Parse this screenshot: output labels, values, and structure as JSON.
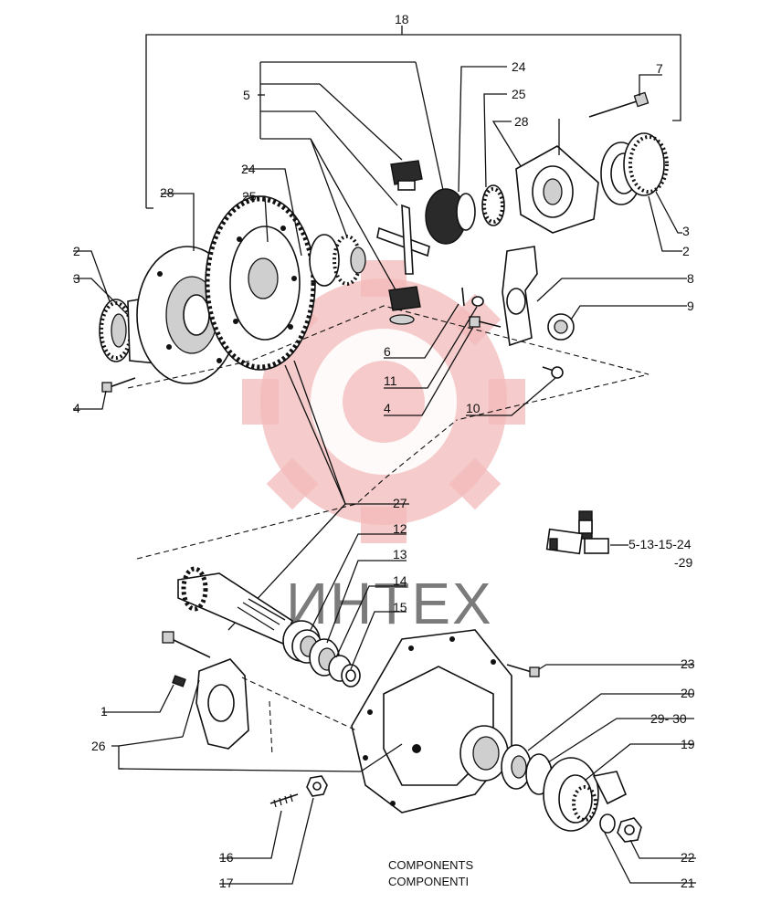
{
  "diagram": {
    "callouts": {
      "c18": "18",
      "c5": "5",
      "c24_top": "24",
      "c25_top": "25",
      "c28_right": "28",
      "c7": "7",
      "c24_left": "24",
      "c25_left": "25",
      "c28_left": "28",
      "c2_left": "2",
      "c3_left": "3",
      "c3_right": "3",
      "c2_right": "2",
      "c8": "8",
      "c9": "9",
      "c6": "6",
      "c11": "11",
      "c4_left": "4",
      "c4_mid": "4",
      "c10": "10",
      "c27": "27",
      "c12": "12",
      "c13": "13",
      "c14": "14",
      "c15": "15",
      "c23": "23",
      "c20": "20",
      "c29_30": "29- 30",
      "c19": "19",
      "c1": "1",
      "c26": "26",
      "c16": "16",
      "c17": "17",
      "c22": "22",
      "c21": "21"
    },
    "kit_note": {
      "line1": "5-13-15-24",
      "line2": "-29"
    },
    "caption": {
      "line1": "COMPONENTS",
      "line2": "COMPONENTI"
    },
    "watermark": {
      "text": "ИНТЕХ",
      "logo_color": "#f3b9b9"
    }
  }
}
